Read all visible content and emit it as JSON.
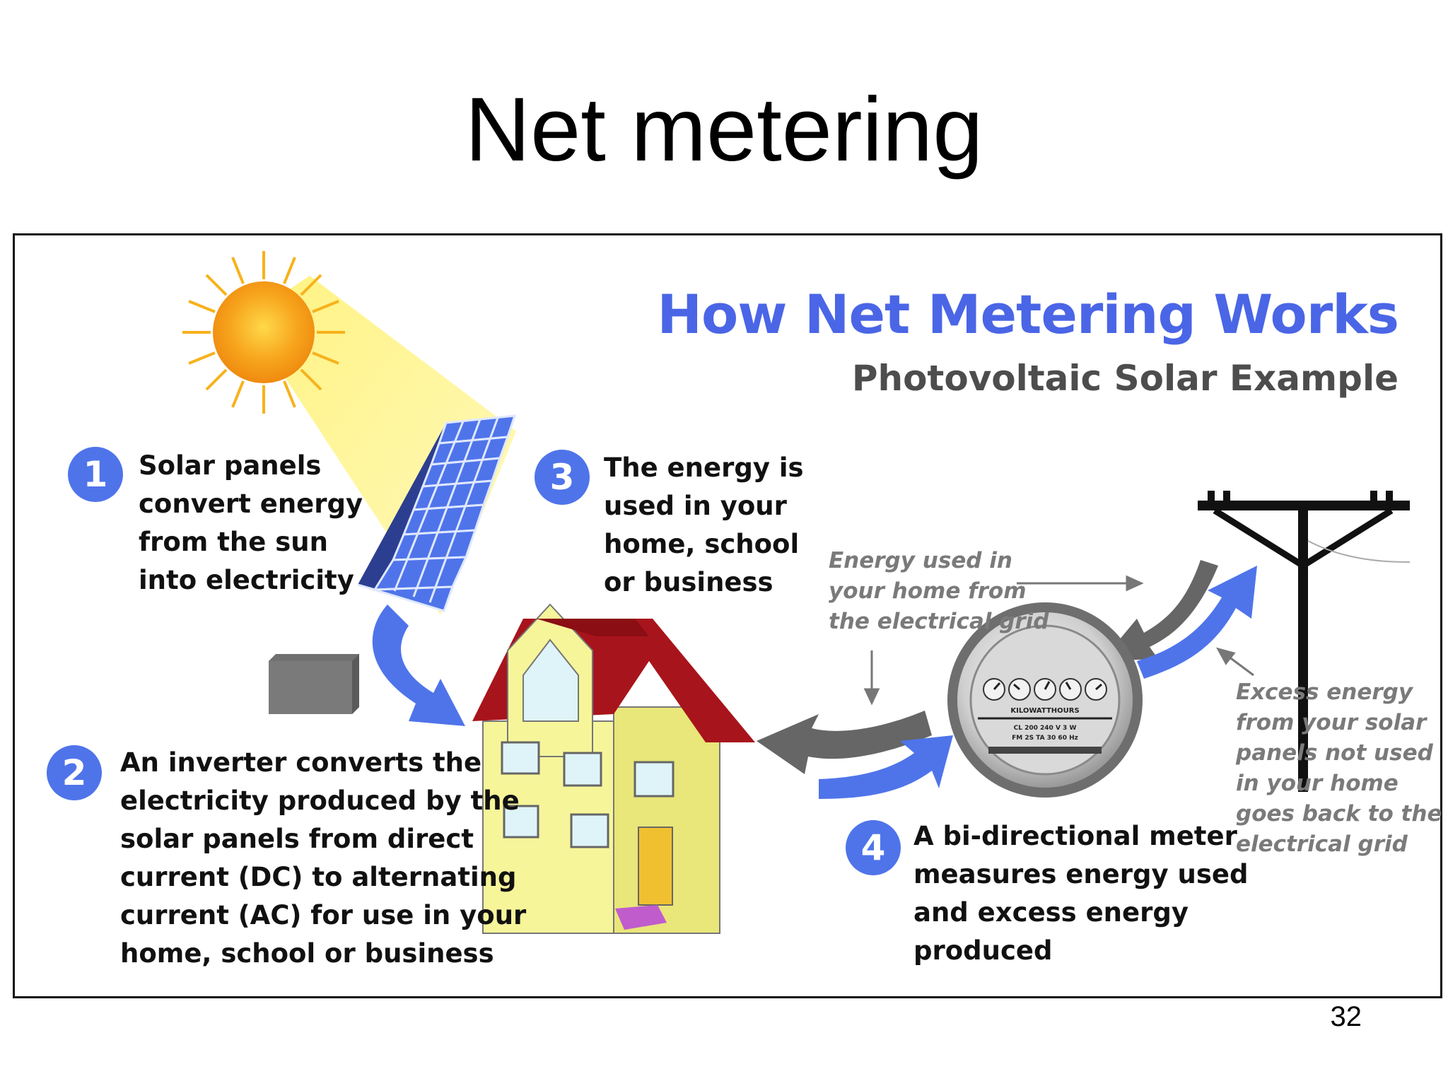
{
  "slide": {
    "title": "Net metering",
    "page_number": "32"
  },
  "diagram": {
    "heading": "How Net Metering Works",
    "subheading": "Photovoltaic Solar Example",
    "steps": [
      {
        "number": "1",
        "text": "Solar panels\nconvert energy\nfrom the sun\ninto electricity"
      },
      {
        "number": "2",
        "text": "An inverter converts the\nelectricity produced by the\nsolar panels from direct\ncurrent (DC) to alternating\ncurrent (AC) for use in your\nhome, school or business"
      },
      {
        "number": "3",
        "text": "The energy is\nused in your\nhome, school\nor business"
      },
      {
        "number": "4",
        "text": "A bi-directional meter\nmeasures energy used\nand excess energy\nproduced"
      }
    ],
    "notes": {
      "grid_to_home": "Energy used in\nyour home from\nthe electrical grid",
      "excess_to_grid": "Excess energy\nfrom your solar\npanels not used\nin your home\ngoes back to the\nelectrical grid"
    },
    "meter": {
      "label": "KILOWATTHOURS",
      "spec_line1": "CL 200   240 V   3 W",
      "spec_line2": "FM 2S   TA 30   60 Hz"
    },
    "colors": {
      "accent_blue": "#4f74ea",
      "heading_blue": "#4a66e6",
      "arrow_gray": "#666666",
      "roof_red": "#a8141c",
      "wall_yellow": "#f6f59a",
      "sun_orange": "#f5a623"
    },
    "icons": [
      "sun-icon",
      "solar-panel-icon",
      "inverter-icon",
      "house-icon",
      "meter-icon",
      "utility-pole-icon"
    ]
  }
}
